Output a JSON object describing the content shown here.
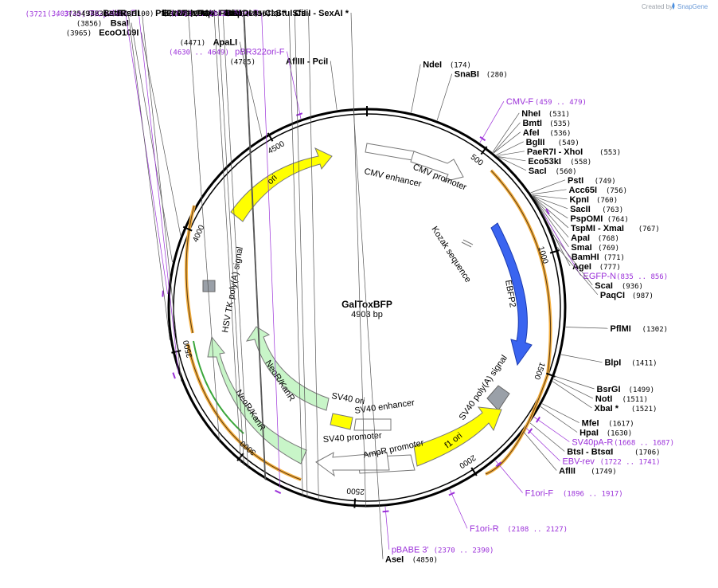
{
  "credit": {
    "prefix": "Created by",
    "brand": "SnapGene"
  },
  "plasmid": {
    "name": "GalToxBFP",
    "size_label": "4903 bp",
    "length": 4903
  },
  "tick_labels": [
    "500",
    "1000",
    "1500",
    "2000",
    "2500",
    "3000",
    "3500",
    "4000",
    "4500"
  ],
  "sites": [
    {
      "name": "AseI",
      "pos": "(4850)",
      "side": "R",
      "bp": 4850
    },
    {
      "name": "NdeI",
      "pos": "(174)",
      "side": "R",
      "bp": 174
    },
    {
      "name": "SnaBI",
      "pos": "(280)",
      "side": "R",
      "bp": 280
    },
    {
      "name": "NheI",
      "pos": "(531)",
      "side": "R",
      "bp": 531
    },
    {
      "name": "BmtI",
      "pos": "(535)",
      "side": "R",
      "bp": 535
    },
    {
      "name": "AfeI",
      "pos": "(536)",
      "side": "R",
      "bp": 536
    },
    {
      "name": "BglII",
      "pos": "(549)",
      "side": "R",
      "bp": 549
    },
    {
      "name": "PaeR7I - XhoI",
      "pos": "(553)",
      "side": "R",
      "bp": 553
    },
    {
      "name": "Eco53kI",
      "pos": "(558)",
      "side": "R",
      "bp": 558
    },
    {
      "name": "SacI",
      "pos": "(560)",
      "side": "R",
      "bp": 560
    },
    {
      "name": "PstI",
      "pos": "(749)",
      "side": "R",
      "bp": 749
    },
    {
      "name": "Acc65I",
      "pos": "(756)",
      "side": "R",
      "bp": 756
    },
    {
      "name": "KpnI",
      "pos": "(760)",
      "side": "R",
      "bp": 760
    },
    {
      "name": "SacII",
      "pos": "(763)",
      "side": "R",
      "bp": 763
    },
    {
      "name": "PspOMI",
      "pos": "(764)",
      "side": "R",
      "bp": 764
    },
    {
      "name": "TspMI - XmaI",
      "pos": "(767)",
      "side": "R",
      "bp": 767
    },
    {
      "name": "ApaI",
      "pos": "(768)",
      "side": "R",
      "bp": 768
    },
    {
      "name": "SmaI",
      "pos": "(769)",
      "side": "R",
      "bp": 769
    },
    {
      "name": "BamHI",
      "pos": "(771)",
      "side": "R",
      "bp": 771
    },
    {
      "name": "AgeI",
      "pos": "(777)",
      "side": "R",
      "bp": 777
    },
    {
      "name": "ScaI",
      "pos": "(936)",
      "side": "R",
      "bp": 936
    },
    {
      "name": "PaqCI",
      "pos": "(987)",
      "side": "R",
      "bp": 987
    },
    {
      "name": "PflMI",
      "pos": "(1302)",
      "side": "R",
      "bp": 1302
    },
    {
      "name": "BlpI",
      "pos": "(1411)",
      "side": "R",
      "bp": 1411
    },
    {
      "name": "BsrGI",
      "pos": "(1499)",
      "side": "R",
      "bp": 1499
    },
    {
      "name": "NotI",
      "pos": "(1511)",
      "side": "R",
      "bp": 1511
    },
    {
      "name": "XbaI *",
      "pos": "(1521)",
      "side": "R",
      "bp": 1521
    },
    {
      "name": "MfeI",
      "pos": "(1617)",
      "side": "R",
      "bp": 1617
    },
    {
      "name": "HpaI",
      "pos": "(1630)",
      "side": "R",
      "bp": 1630
    },
    {
      "name": "BtsI - BtsαI",
      "pos": "(1706)",
      "side": "R",
      "bp": 1706
    },
    {
      "name": "AflII",
      "pos": "(1749)",
      "side": "R",
      "bp": 1749
    },
    {
      "name": "AflIII - PciI",
      "pos": "(4785)",
      "side": "L",
      "bp": 4785
    },
    {
      "name": "ApaLI",
      "pos": "(4471)",
      "side": "L",
      "bp": 4471
    },
    {
      "name": "EcoO109I",
      "pos": "(3965)",
      "side": "L",
      "bp": 3965
    },
    {
      "name": "BsaI",
      "pos": "(3856)",
      "side": "L",
      "bp": 3856
    },
    {
      "name": "BstBI",
      "pos": "(3549)",
      "side": "L",
      "bp": 3549
    },
    {
      "name": "RsrII",
      "pos": "(3383)",
      "side": "L",
      "bp": 3383
    },
    {
      "name": "BsrDI",
      "pos": "(3100)",
      "side": "L",
      "bp": 3100
    },
    {
      "name": "PflFI - Tth111I",
      "pos": "(2985)",
      "side": "L",
      "bp": 2985
    },
    {
      "name": "FspI",
      "pos": "(2969)",
      "side": "L",
      "bp": 2969
    },
    {
      "name": "MscI",
      "pos": "(2949)",
      "side": "L",
      "bp": 2949
    },
    {
      "name": "PluTI",
      "pos": "(2870)",
      "side": "L",
      "bp": 2870
    },
    {
      "name": "SfoI",
      "pos": "(2868)",
      "side": "L",
      "bp": 2868
    },
    {
      "name": "NarI",
      "pos": "(2867)",
      "side": "L",
      "bp": 2867
    },
    {
      "name": "KasI",
      "pos": "(2866)",
      "side": "L",
      "bp": 2866
    },
    {
      "name": "BspDI * - ClaI *",
      "pos": "(2707)",
      "side": "L",
      "bp": 2707
    },
    {
      "name": "StuI",
      "pos": "(2688)",
      "side": "L",
      "bp": 2688
    },
    {
      "name": "SfiI",
      "pos": "(2642)",
      "side": "L",
      "bp": 2642
    },
    {
      "name": "CsiI - SexAI *",
      "pos": "(2456)",
      "side": "L",
      "bp": 2456
    }
  ],
  "primers": [
    {
      "name": "pBR322ori-F",
      "range": "(4630 .. 4649)",
      "side": "L",
      "bp": 4640
    },
    {
      "name": "CMV-F",
      "range": "(459 .. 479)",
      "side": "R",
      "bp": 469
    },
    {
      "name": "EGFP-N",
      "range": "(835 .. 856)",
      "side": "R",
      "bp": 845
    },
    {
      "name": "SV40pA-R",
      "range": "(1668 .. 1687)",
      "side": "R",
      "bp": 1678
    },
    {
      "name": "EBV-rev",
      "range": "(1722 .. 1741)",
      "side": "R",
      "bp": 1731
    },
    {
      "name": "F1ori-F",
      "range": "(1896 .. 1917)",
      "side": "R",
      "bp": 1906
    },
    {
      "name": "F1ori-R",
      "range": "(2108 .. 2127)",
      "side": "R",
      "bp": 2118
    },
    {
      "name": "pBABE 3'",
      "range": "(2370 .. 2390)",
      "side": "R",
      "bp": 2380
    },
    {
      "name": "Neo-R",
      "range": "(2793 .. 2812)",
      "side": "L",
      "bp": 2803
    },
    {
      "name": "Neo-F",
      "range": "(3403 .. 3422)",
      "side": "L",
      "bp": 3413
    },
    {
      "name": "TK-pA-R",
      "range": "(3721 .. 3740)",
      "side": "L",
      "bp": 3730
    }
  ],
  "features": [
    {
      "name": "CMV enhancer",
      "color": "#ffffff"
    },
    {
      "name": "CMV promoter",
      "color": "#ffffff"
    },
    {
      "name": "Kozak sequence",
      "color": "#ffffff"
    },
    {
      "name": "EBFP2",
      "color": "#3a64f0"
    },
    {
      "name": "SV40 poly(A) signal",
      "color": "#9aa0a8"
    },
    {
      "name": "f1 ori",
      "color": "#ffff00"
    },
    {
      "name": "AmpR promoter",
      "color": "#ffffff"
    },
    {
      "name": "SV40 promoter",
      "color": "#ffffff"
    },
    {
      "name": "SV40 enhancer",
      "color": "#ffffff"
    },
    {
      "name": "SV40 ori",
      "color": "#ffff00"
    },
    {
      "name": "NeoR/KanR",
      "color": "#c8f5c8"
    },
    {
      "name": "HSV TK poly(A) signal",
      "color": "#9aa0a8"
    },
    {
      "name": "ori",
      "color": "#ffff00"
    }
  ]
}
